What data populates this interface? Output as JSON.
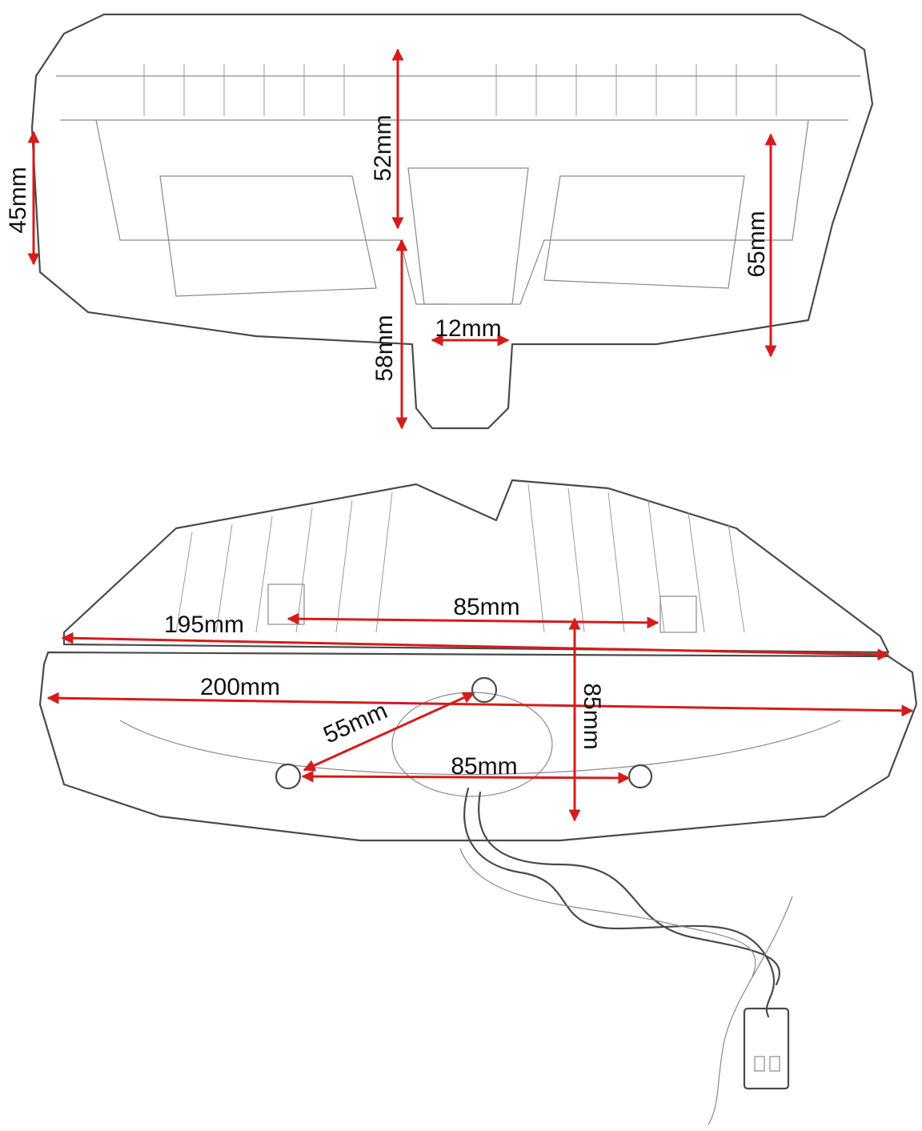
{
  "colors": {
    "dimension_line": "#d41c1c",
    "sketch_line": "#4a4a4a",
    "background": "#ffffff"
  },
  "front_view": {
    "dimensions": {
      "side_height": "45mm",
      "center_upper_height": "52mm",
      "center_lower_height": "58mm",
      "center_gap_width": "12mm",
      "right_height": "65mm"
    }
  },
  "rear_view": {
    "dimensions": {
      "top_width": "195mm",
      "tab_spacing": "85mm",
      "bottom_width": "200mm",
      "depth": "85mm",
      "diagonal_mount": "55mm",
      "mount_spacing": "85mm"
    }
  }
}
